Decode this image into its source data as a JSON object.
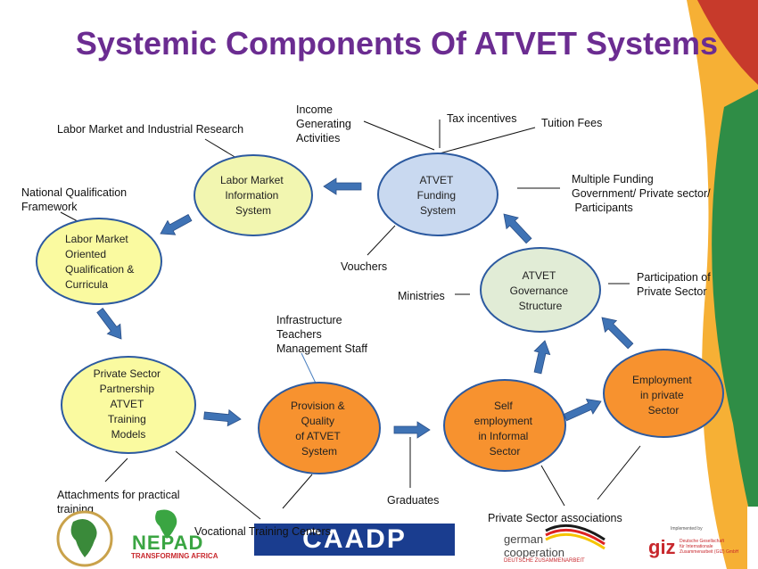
{
  "title": "Systemic  Components Of ATVET Systems",
  "nodes": {
    "lmis": [
      "Labor Market",
      "Information",
      "System"
    ],
    "funding": [
      "ATVET",
      "Funding",
      "System"
    ],
    "lmoq": [
      "Labor Market",
      "Oriented",
      "Qualification &",
      "Curricula"
    ],
    "governance": [
      "ATVET",
      "Governance",
      "Structure"
    ],
    "psp": [
      "Private Sector",
      "Partnership",
      "ATVET",
      "Training",
      "Models"
    ],
    "provision": [
      "Provision &",
      "Quality",
      "of ATVET",
      "System"
    ],
    "self": [
      "Self",
      "employment",
      "in Informal",
      "Sector"
    ],
    "employment": [
      "Employment",
      "in private",
      "Sector"
    ]
  },
  "labels": {
    "lmir": "Labor Market and Industrial Research",
    "income": "Income\nGenerating\nActivities",
    "tax": "Tax incentives",
    "tuition": "Tuition Fees",
    "nqf": "National Qualification\nFramework",
    "multiple": "Multiple Funding\nGovernment/ Private sector/\n Participants",
    "vouchers": "Vouchers",
    "ministries": "Ministries",
    "participation": "Participation of\nPrivate Sector",
    "infra": "Infrastructure\nTeachers\nManagement Staff",
    "graduates": "Graduates",
    "attachments": "Attachments for practical\ntraining",
    "vtc": "Vocational Training Centers",
    "psa": "Private Sector associations"
  },
  "logos": {
    "nepad": "NEPAD",
    "nepad_sub": "TRANSFORMING AFRICA",
    "caadp": "CAADP",
    "german_1": "german",
    "german_2": "cooperation",
    "german_3": "DEUTSCHE ZUSAMMENARBEIT",
    "giz": "giz",
    "giz_small": "Implemented by",
    "giz_text": "Deutsche Gesellschaft\nfür Internationale\nZusammenarbeit (GIZ) GmbH"
  },
  "colors": {
    "title": "#6b2c91",
    "yellow_fill": "#fafaa0",
    "lmis_fill": "#f2f6b0",
    "blue_fill": "#c9d9f0",
    "green_fill": "#e1ecd6",
    "orange_fill": "#f7922f",
    "border": "#2c5aa0",
    "arrow": "#3f73b5"
  }
}
